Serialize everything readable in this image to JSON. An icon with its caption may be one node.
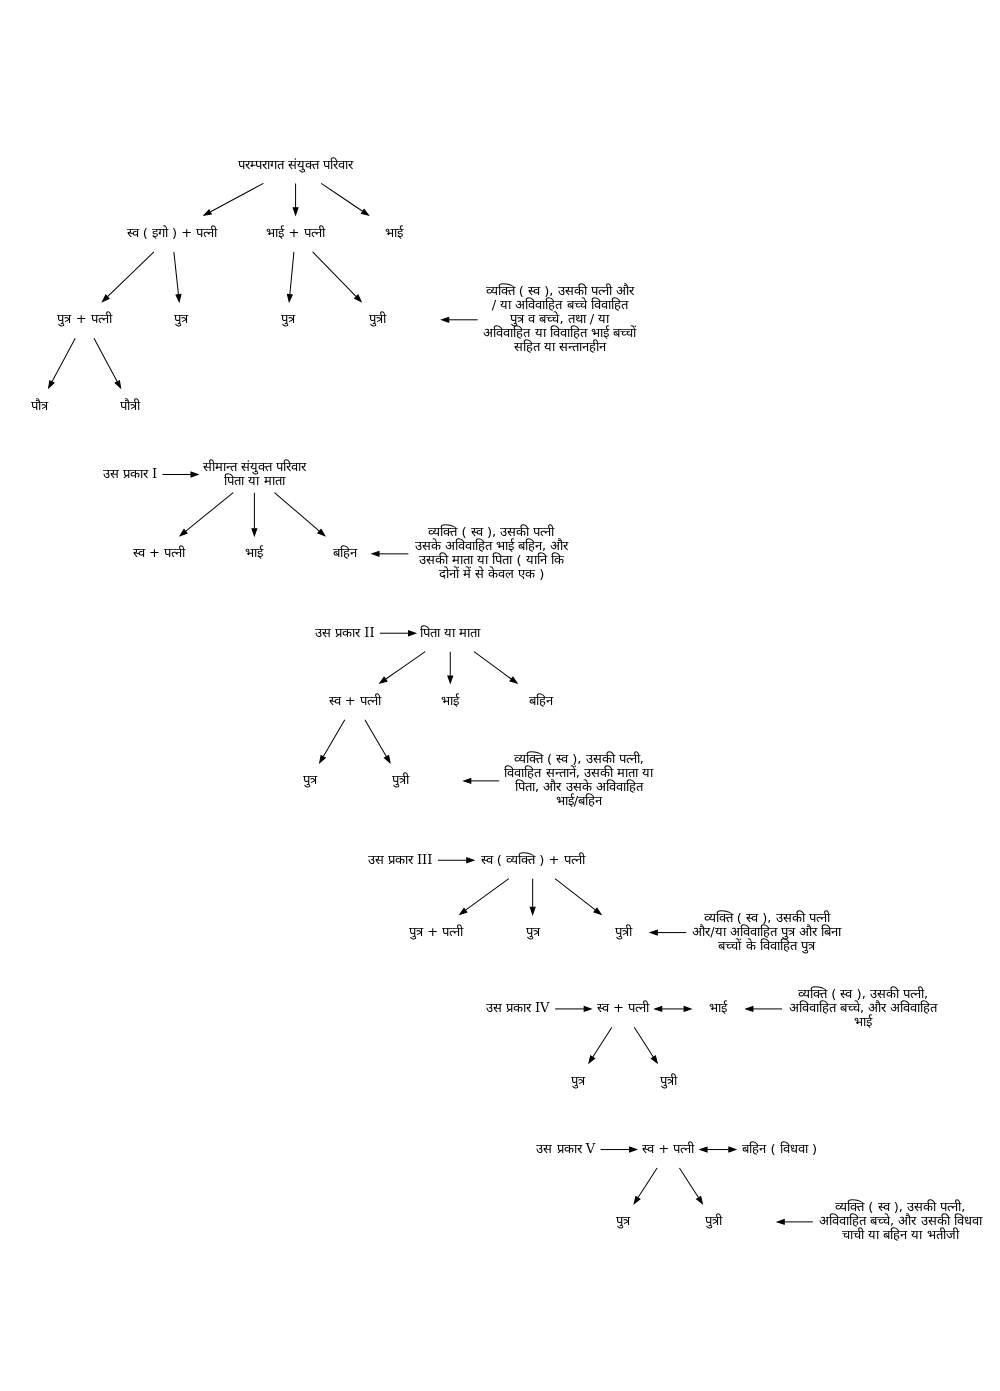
{
  "diagram": {
    "nodes": [
      {
        "text": [
          "परम्परागत संयुक्त परिवार"
        ]
      },
      {
        "text": [
          "स्व ( इगो ) + पत्नी"
        ]
      },
      {
        "text": [
          "भाई + पत्नी"
        ]
      },
      {
        "text": [
          "भाई"
        ]
      },
      {
        "text": [
          "पुत्र + पत्नी"
        ]
      },
      {
        "text": [
          "पुत्र"
        ]
      },
      {
        "text": [
          "पुत्र"
        ]
      },
      {
        "text": [
          "पुत्री"
        ]
      },
      {
        "text": [
          "पौत्र"
        ]
      },
      {
        "text": [
          "पौत्री"
        ]
      },
      {
        "text": [
          "व्यक्ति ( स्व ), उसकी पत्नी और / या अविवाहित बच्चे विवाहित पुत्र व बच्चे, तथा / या अविवाहित या विवाहित भाई बच्चों सहित या सन्तानहीन"
        ]
      },
      {
        "text": [
          "उस प्रकार I"
        ]
      },
      {
        "text": [
          "सीमान्त संयुक्त परिवार",
          "पिता या माता"
        ]
      },
      {
        "text": [
          "स्व + पत्नी"
        ]
      },
      {
        "text": [
          "भाई"
        ]
      },
      {
        "text": [
          "बहिन"
        ]
      },
      {
        "text": [
          "व्यक्ति ( स्व ), उसकी पत्नी उसके अविवाहित भाई बहिन, और उसकी माता या पिता ( यानि कि दोनों में से केवल एक )"
        ]
      },
      {
        "text": [
          "उस प्रकार II"
        ]
      },
      {
        "text": [
          "पिता या माता"
        ]
      },
      {
        "text": [
          "स्व + पत्नी"
        ]
      },
      {
        "text": [
          "भाई"
        ]
      },
      {
        "text": [
          "बहिन"
        ]
      },
      {
        "text": [
          "पुत्र"
        ]
      },
      {
        "text": [
          "पुत्री"
        ]
      },
      {
        "text": [
          "व्यक्ति ( स्व ), उसकी पत्नी, विवाहित सन्तानें, उसकी माता या पिता, और उसके अविवाहित भाई/बहिन"
        ]
      },
      {
        "text": [
          "उस प्रकार III"
        ]
      },
      {
        "text": [
          "स्व ( व्यक्ति ) + पत्नी"
        ]
      },
      {
        "text": [
          "पुत्र + पत्नी"
        ]
      },
      {
        "text": [
          "पुत्र"
        ]
      },
      {
        "text": [
          "पुत्री"
        ]
      },
      {
        "text": [
          "व्यक्ति ( स्व ), उसकी पत्नी और/या अविवाहित पुत्र और बिना बच्चों के विवाहित पुत्र"
        ]
      },
      {
        "text": [
          "उस प्रकार IV"
        ]
      },
      {
        "text": [
          "स्व + पत्नी"
        ]
      },
      {
        "text": [
          "भाई"
        ]
      },
      {
        "text": [
          "पुत्र"
        ]
      },
      {
        "text": [
          "पुत्री"
        ]
      },
      {
        "text": [
          "व्यक्ति ( स्व ), उसकी पत्नी, अविवाहित बच्चे, और अविवाहित भाई"
        ]
      },
      {
        "text": [
          "उस प्रकार V"
        ]
      },
      {
        "text": [
          "स्व + पत्नी"
        ]
      },
      {
        "text": [
          "बहिन ( विधवा )"
        ]
      },
      {
        "text": [
          "पुत्र"
        ]
      },
      {
        "text": [
          "पुत्री"
        ]
      },
      {
        "text": [
          "व्यक्ति ( स्व ), उसकी पत्नी, अविवाहित बच्चे, और उसकी विधवा चाची या बहिन या भतीजी"
        ]
      }
    ],
    "edges": [
      {
        "from": 0,
        "to": 1,
        "arrow": "to"
      },
      {
        "from": 0,
        "to": 2,
        "arrow": "to"
      },
      {
        "from": 0,
        "to": 3,
        "arrow": "to"
      },
      {
        "from": 1,
        "to": 4,
        "arrow": "to"
      },
      {
        "from": 1,
        "to": 5,
        "arrow": "to"
      },
      {
        "from": 2,
        "to": 6,
        "arrow": "to"
      },
      {
        "from": 2,
        "to": 7,
        "arrow": "to"
      },
      {
        "from": 4,
        "to": 8,
        "arrow": "to"
      },
      {
        "from": 4,
        "to": 9,
        "arrow": "to"
      },
      {
        "from": 10,
        "to": null,
        "arrow": "to"
      },
      {
        "from": 11,
        "to": 12,
        "arrow": "to"
      },
      {
        "from": 12,
        "to": 13,
        "arrow": "to"
      },
      {
        "from": 12,
        "to": 14,
        "arrow": "to"
      },
      {
        "from": 12,
        "to": 15,
        "arrow": "to"
      },
      {
        "from": 16,
        "to": 15,
        "arrow": "to"
      },
      {
        "from": 17,
        "to": 18,
        "arrow": "to"
      },
      {
        "from": 18,
        "to": 19,
        "arrow": "to"
      },
      {
        "from": 18,
        "to": 20,
        "arrow": "to"
      },
      {
        "from": 18,
        "to": 21,
        "arrow": "to"
      },
      {
        "from": 19,
        "to": 22,
        "arrow": "to"
      },
      {
        "from": 19,
        "to": 23,
        "arrow": "to"
      },
      {
        "from": 24,
        "to": null,
        "arrow": "to"
      },
      {
        "from": 25,
        "to": 26,
        "arrow": "to"
      },
      {
        "from": 26,
        "to": 27,
        "arrow": "to"
      },
      {
        "from": 26,
        "to": 28,
        "arrow": "to"
      },
      {
        "from": 26,
        "to": 29,
        "arrow": "to"
      },
      {
        "from": 30,
        "to": 29,
        "arrow": "to"
      },
      {
        "from": 31,
        "to": 32,
        "arrow": "to"
      },
      {
        "from": 32,
        "to": 33,
        "arrow": "both"
      },
      {
        "from": 32,
        "to": 34,
        "arrow": "to"
      },
      {
        "from": 32,
        "to": 35,
        "arrow": "to"
      },
      {
        "from": 36,
        "to": 33,
        "arrow": "to"
      },
      {
        "from": 37,
        "to": 38,
        "arrow": "to"
      },
      {
        "from": 38,
        "to": 39,
        "arrow": "both"
      },
      {
        "from": 38,
        "to": 40,
        "arrow": "to"
      },
      {
        "from": 38,
        "to": 41,
        "arrow": "to"
      },
      {
        "from": 42,
        "to": null,
        "arrow": "to"
      }
    ]
  }
}
